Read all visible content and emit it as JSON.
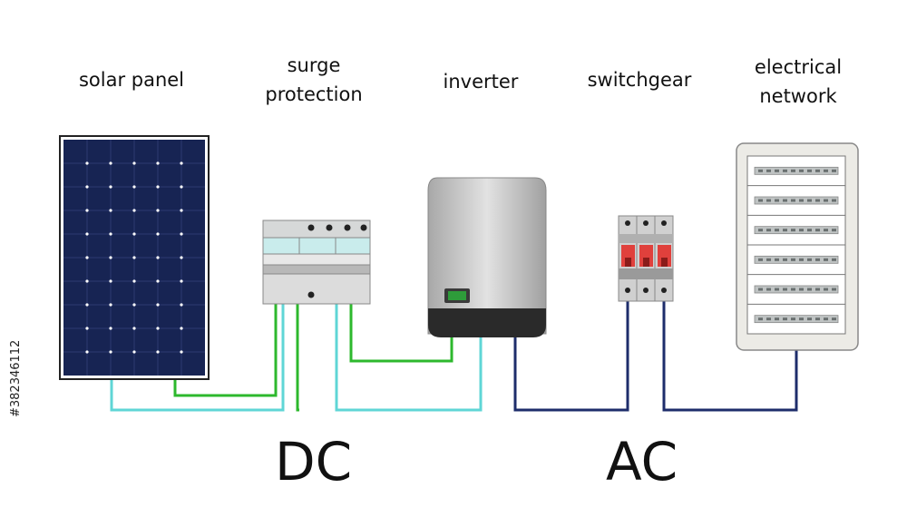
{
  "labels": {
    "solar_panel": "solar panel",
    "surge_line1": "surge",
    "surge_line2": "protection",
    "inverter": "inverter",
    "switchgear": "switchgear",
    "network_line1": "electrical",
    "network_line2": "network",
    "dc": "DC",
    "ac": "AC",
    "side_id": "#382346112"
  },
  "colors": {
    "dc_green": "#2db82d",
    "dc_cyan": "#5fd6d6",
    "ac_blue": "#1e2d6b",
    "panel_cell": "#172453",
    "breaker_red": "#e0403c",
    "inverter_screen": "#2e9c3a"
  }
}
